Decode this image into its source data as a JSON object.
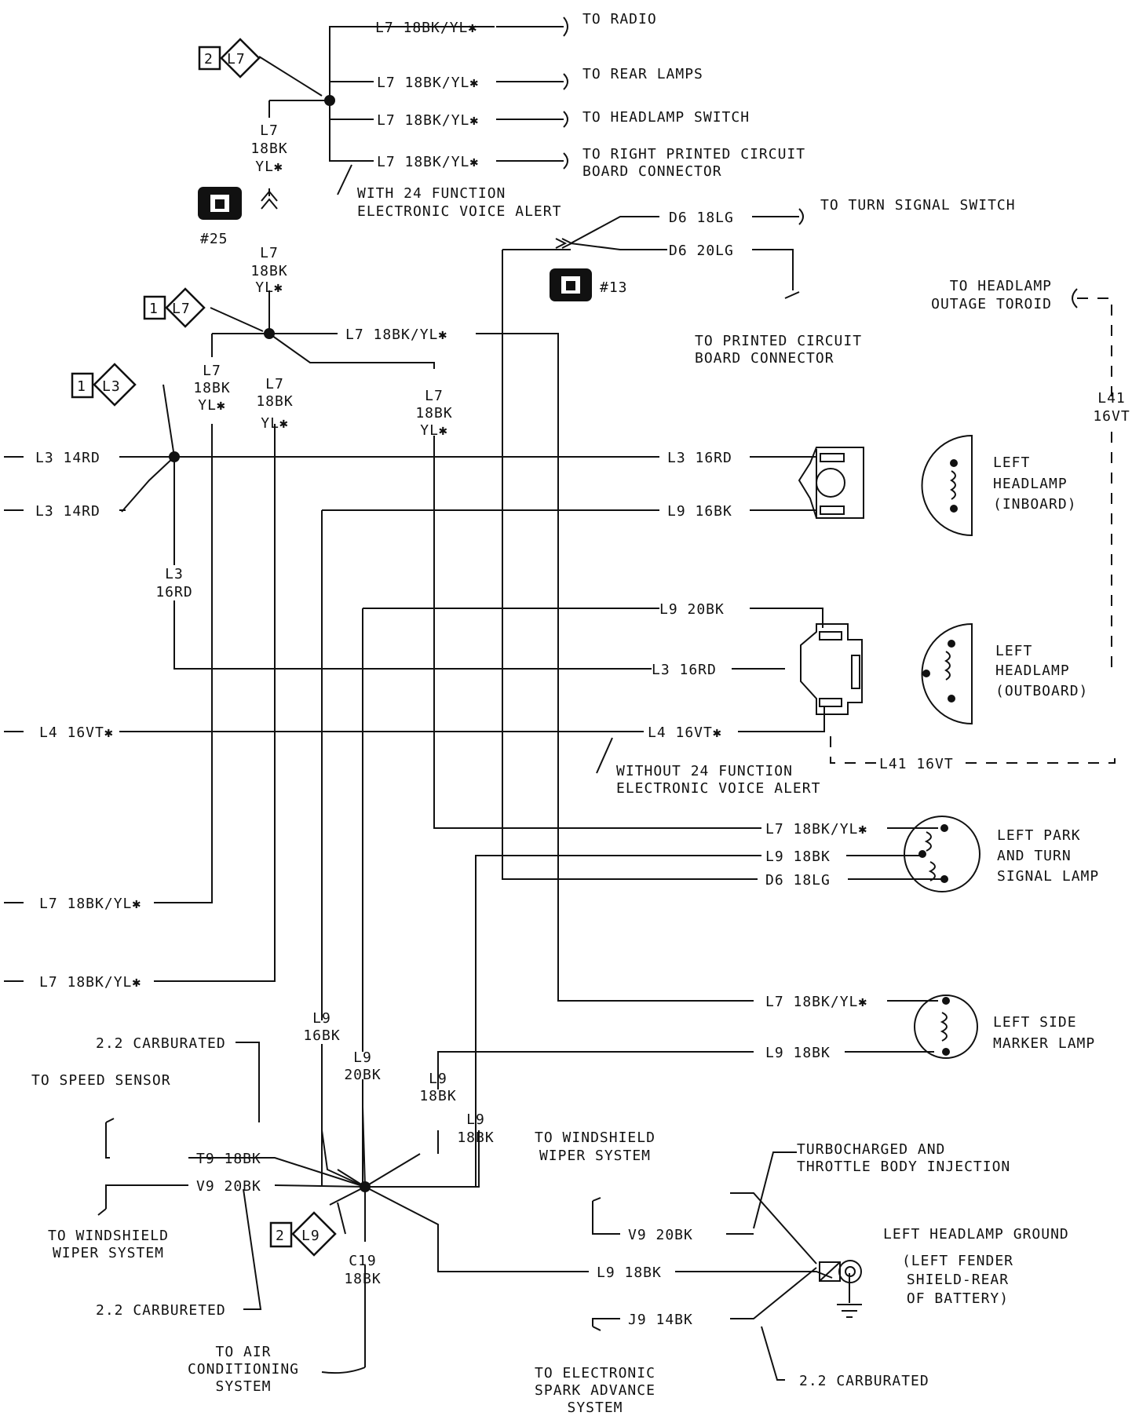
{
  "wire_labels": {
    "l7_radio": "L7 18BK/YL✱",
    "l7_rear": "L7 18BK/YL✱",
    "l7_hsw": "L7 18BK/YL✱",
    "l7_rpcb": "L7 18BK/YL✱",
    "l7_mid": "L7 18BK/YL✱",
    "d6_18": "D6 18LG",
    "d6_20": "D6 20LG",
    "l3_left1": "L3 14RD",
    "l3_left2": "L3 14RD",
    "l3_inb": "L3 16RD",
    "l9_inb": "L9 16BK",
    "l9_outb": "L9 20BK",
    "l3_outb": "L3 16RD",
    "l4_left": "L4 16VT✱",
    "l4_right": "L4 16VT✱",
    "l41_bottom": "L41 16VT",
    "l7_park": "L7 18BK/YL✱",
    "l9_park": "L9 18BK",
    "d6_park": "D6 18LG",
    "l7_left1": "L7 18BK/YL✱",
    "l7_left2": "L7 18BK/YL✱",
    "l7_side": "L7 18BK/YL✱",
    "l9_side": "L9 18BK",
    "t9": "T9 18BK",
    "v9": "V9 20BK",
    "v9_gnd": "V9 20BK",
    "l9_gnd": "L9 18BK",
    "j9": "J9 14BK"
  },
  "vertical_labels": {
    "l7_top_a": [
      "L7",
      "18BK",
      "YL✱"
    ],
    "l7_top_b": [
      "L7",
      "18BK",
      "YL✱"
    ],
    "l7_v1": [
      "L7",
      "18BK",
      "YL✱"
    ],
    "l7_v2": [
      "L7",
      "18BK",
      "YL✱"
    ],
    "l7_v3": [
      "L7",
      "18BK",
      "YL✱"
    ],
    "l3_v": [
      "L3",
      "16RD"
    ],
    "l41_v": [
      "L41",
      "16VT"
    ],
    "l9_v1": [
      "L9",
      "16BK"
    ],
    "l9_v2": [
      "L9",
      "20BK"
    ],
    "l9_v3": [
      "L9",
      "18BK"
    ],
    "l9_v4": [
      "L9",
      "18BK"
    ],
    "c19": [
      "C19",
      "18BK"
    ]
  },
  "destinations": {
    "radio": [
      "TO RADIO"
    ],
    "rear_lamps": [
      "TO REAR LAMPS"
    ],
    "headlamp_switch": [
      "TO HEADLAMP SWITCH"
    ],
    "right_pcb": [
      "TO RIGHT PRINTED CIRCUIT",
      "BOARD CONNECTOR"
    ],
    "turn_signal_switch": [
      "TO TURN SIGNAL SWITCH"
    ],
    "printed_circuit": [
      "TO PRINTED CIRCUIT",
      "BOARD CONNECTOR"
    ],
    "outage_toroid": [
      "TO HEADLAMP",
      "OUTAGE TOROID"
    ],
    "speed_sensor": [
      "TO SPEED SENSOR"
    ],
    "wiper_left": [
      "TO WINDSHIELD",
      "WIPER SYSTEM"
    ],
    "wiper_right": [
      "TO WINDSHIELD",
      "WIPER SYSTEM"
    ],
    "air_conditioning": [
      "TO AIR",
      "CONDITIONING",
      "SYSTEM"
    ],
    "spark_advance": [
      "TO ELECTRONIC",
      "SPARK ADVANCE",
      "SYSTEM"
    ]
  },
  "notes": {
    "with_evo": [
      "WITH 24 FUNCTION",
      "ELECTRONIC VOICE ALERT"
    ],
    "without_evo": [
      "WITHOUT 24 FUNCTION",
      "ELECTRONIC VOICE ALERT"
    ],
    "carb_1": [
      "2.2 CARBURATED"
    ],
    "carb_2": [
      "2.2 CARBURETED"
    ],
    "carb_3": [
      "2.2 CARBURATED"
    ],
    "turbo": [
      "TURBOCHARGED AND",
      "THROTTLE BODY INJECTION"
    ],
    "ground_title": [
      "LEFT HEADLAMP GROUND"
    ],
    "ground_location": [
      "(LEFT FENDER",
      "SHIELD-REAR",
      "OF BATTERY)"
    ]
  },
  "components": {
    "headlamp_inboard": [
      "LEFT",
      "HEADLAMP",
      "(INBOARD)"
    ],
    "headlamp_outboard": [
      "LEFT",
      "HEADLAMP",
      "(OUTBOARD)"
    ],
    "park_turn": [
      "LEFT PARK",
      "AND TURN",
      "SIGNAL LAMP"
    ],
    "side_marker": [
      "LEFT SIDE",
      "MARKER LAMP"
    ]
  },
  "connectors": {
    "c25": "#25",
    "c13": "#13"
  },
  "splices": {
    "s1": {
      "number": "2",
      "code": "L7"
    },
    "s2": {
      "number": "1",
      "code": "L7"
    },
    "s3": {
      "number": "1",
      "code": "L3"
    },
    "s4": {
      "number": "2",
      "code": "L9"
    }
  }
}
